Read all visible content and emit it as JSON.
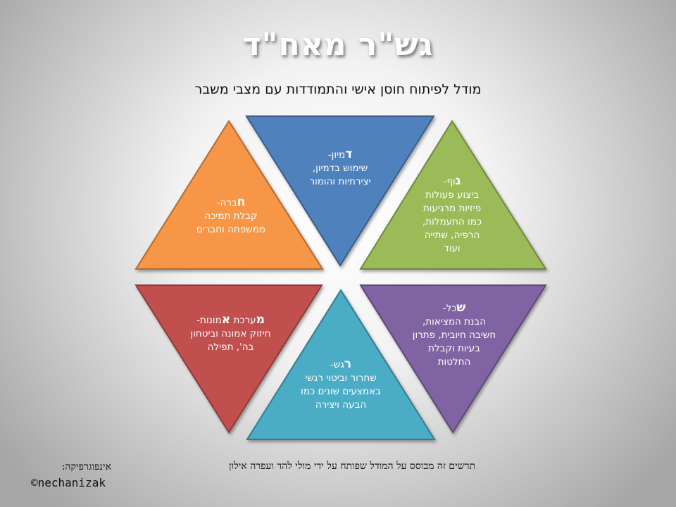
{
  "title": "גש\"ר מאח\"ד",
  "subtitle": "מודל לפיתוח חוסן אישי והתמודדות עם מצבי משבר",
  "segments": {
    "dimyon": {
      "letter": "ד",
      "head_rest": "מיון-",
      "lines": [
        "שימוש בדמיון,",
        "יצירתיות והומור"
      ],
      "color": "#4f81bd"
    },
    "guf": {
      "letter": "ג",
      "head_rest": "וף-",
      "lines": [
        "ביצוע פעולות",
        "פיזיות מרגיעות",
        "כמו התעמלות,",
        "הרפיה, שתייה",
        "ועוד"
      ],
      "color": "#9bbb59"
    },
    "sechel": {
      "letter": "ש",
      "head_rest": "כל-",
      "lines": [
        "הבנת המציאות,",
        "חשיבה חיובית, פתרון",
        "בעיות וקבלת",
        "החלטות"
      ],
      "color": "#8064a2"
    },
    "regesh": {
      "letter": "ר",
      "head_rest": "גש-",
      "lines": [
        "שחרור וביטוי רגשי",
        "באמצעים שונים כמו",
        "הבעה ויצירה"
      ],
      "color": "#4bacc6"
    },
    "emuna": {
      "letter1": "מ",
      "mid": "ערכת ",
      "letter2": "א",
      "head_rest": "מונות-",
      "lines": [
        "חיזוק אמונה וביטחון",
        "בה', תפילה"
      ],
      "color": "#c0504d"
    },
    "chevra": {
      "letter": "ח",
      "head_rest": "ברה-",
      "lines": [
        "קבלת תמיכה",
        "ממשפחה וחברים"
      ],
      "color": "#f79646"
    }
  },
  "footer_note": "תרשים זה מבוסס על המודל שפותח על ידי מולי להד ועפרה אילון",
  "credit": {
    "label": "אינפוגרפיקה:",
    "handle": "©nechanizak"
  }
}
